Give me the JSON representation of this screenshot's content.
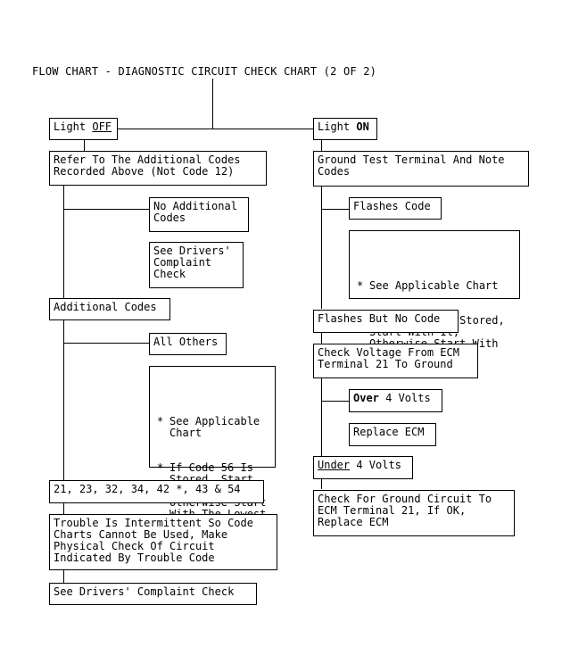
{
  "title": "FLOW CHART - DIAGNOSTIC CIRCUIT CHECK CHART (2 OF 2)",
  "left": {
    "light_off": {
      "prefix": "Light ",
      "emph": "OFF"
    },
    "refer": "Refer To The Additional Codes\nRecorded Above (Not Code 12)",
    "no_additional": "No Additional\nCodes",
    "see_drivers": "See Drivers'\nComplaint\nCheck",
    "additional_codes": "Additional Codes",
    "all_others": "All Others",
    "applicable": [
      "See Applicable\nChart",
      "If Code 56 Is\nStored, Start\nWith It,\nOtherwise Start\nWith The Lowest\nCode"
    ],
    "codes_list": "21, 23, 32, 34, 42 *, 43 & 54",
    "trouble": "Trouble Is Intermittent So Code\nCharts Cannot Be Used, Make\nPhysical Check Of Circuit\nIndicated By Trouble Code",
    "see_drivers_final": "See Drivers' Complaint Check"
  },
  "right": {
    "light_on": {
      "prefix": "Light ",
      "emph": "ON"
    },
    "ground_test": "Ground Test Terminal And Note\nCodes",
    "flashes_code": "Flashes Code",
    "applicable": [
      "See Applicable Chart",
      "If Code 56 Is Stored,\nStart With It,\nOtherwise Start With\nThe Lowest Code"
    ],
    "flashes_no_code": "Flashes But No Code",
    "check_voltage": "Check Voltage From ECM\nTerminal 21 To Ground",
    "over": {
      "emph": "Over",
      "rest": " 4 Volts"
    },
    "replace_ecm": "Replace ECM",
    "under": {
      "emph": "Under",
      "rest": " 4 Volts"
    },
    "check_ground": "Check For Ground Circuit To\nECM Terminal 21, If OK,\nReplace ECM"
  }
}
